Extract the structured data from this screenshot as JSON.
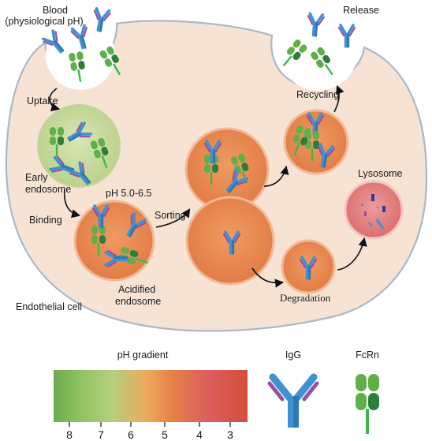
{
  "labels": {
    "blood_line1": "Blood",
    "blood_line2": "(physiological pH)",
    "release": "Release",
    "uptake": "Uptake",
    "recycling": "Recycling",
    "early_line1": "Early",
    "early_line2": "endosome",
    "ph_range": "pH 5.0-6.5",
    "sorting": "Sorting",
    "lysosome": "Lysosome",
    "binding": "Binding",
    "acidified_line1": "Acidified",
    "acidified_line2": "endosome",
    "degradation": "Degradation",
    "endothelial_cell": "Endothelial cell"
  },
  "legend": {
    "ph_gradient_title": "pH gradient",
    "ph_ticks": [
      "8",
      "7",
      "6",
      "5",
      "4",
      "3"
    ],
    "igg_title": "IgG",
    "fcrn_title": "FcRn"
  },
  "colors": {
    "cell_fill": "#f6e3d4",
    "cell_stroke": "#a9b9c8",
    "early_endosome": "#c9dca0",
    "acidic_endosome": "#e9894f",
    "lysosome": "#e57f7f",
    "igg_blue": "#3f92d1",
    "igg_purple": "#9a4fa0",
    "fcrn_green": "#5fb04a",
    "fcrn_dark": "#2f7d3a",
    "stem_green": "#3cb84a",
    "gradient_stops": [
      "#6aaa4e",
      "#b4d07e",
      "#eda95c",
      "#e67f47",
      "#db5e5e",
      "#d44d3a"
    ]
  }
}
